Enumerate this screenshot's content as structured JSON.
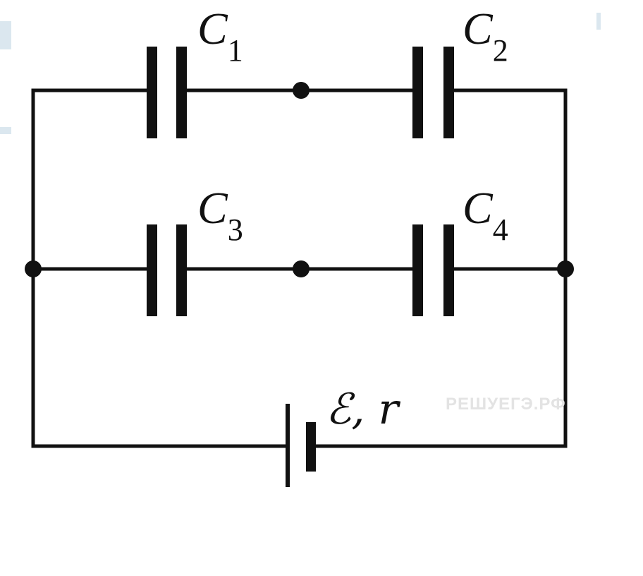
{
  "labels": {
    "c1": {
      "letter": "C",
      "index": "1"
    },
    "c2": {
      "letter": "C",
      "index": "2"
    },
    "c3": {
      "letter": "C",
      "index": "3"
    },
    "c4": {
      "letter": "C",
      "index": "4"
    },
    "source": "ℰ, r"
  },
  "watermark": "РЕШУЕГЭ.РФ",
  "colors": {
    "ink": "#111111",
    "background": "#ffffff",
    "watermark": "#e3e3e3"
  }
}
